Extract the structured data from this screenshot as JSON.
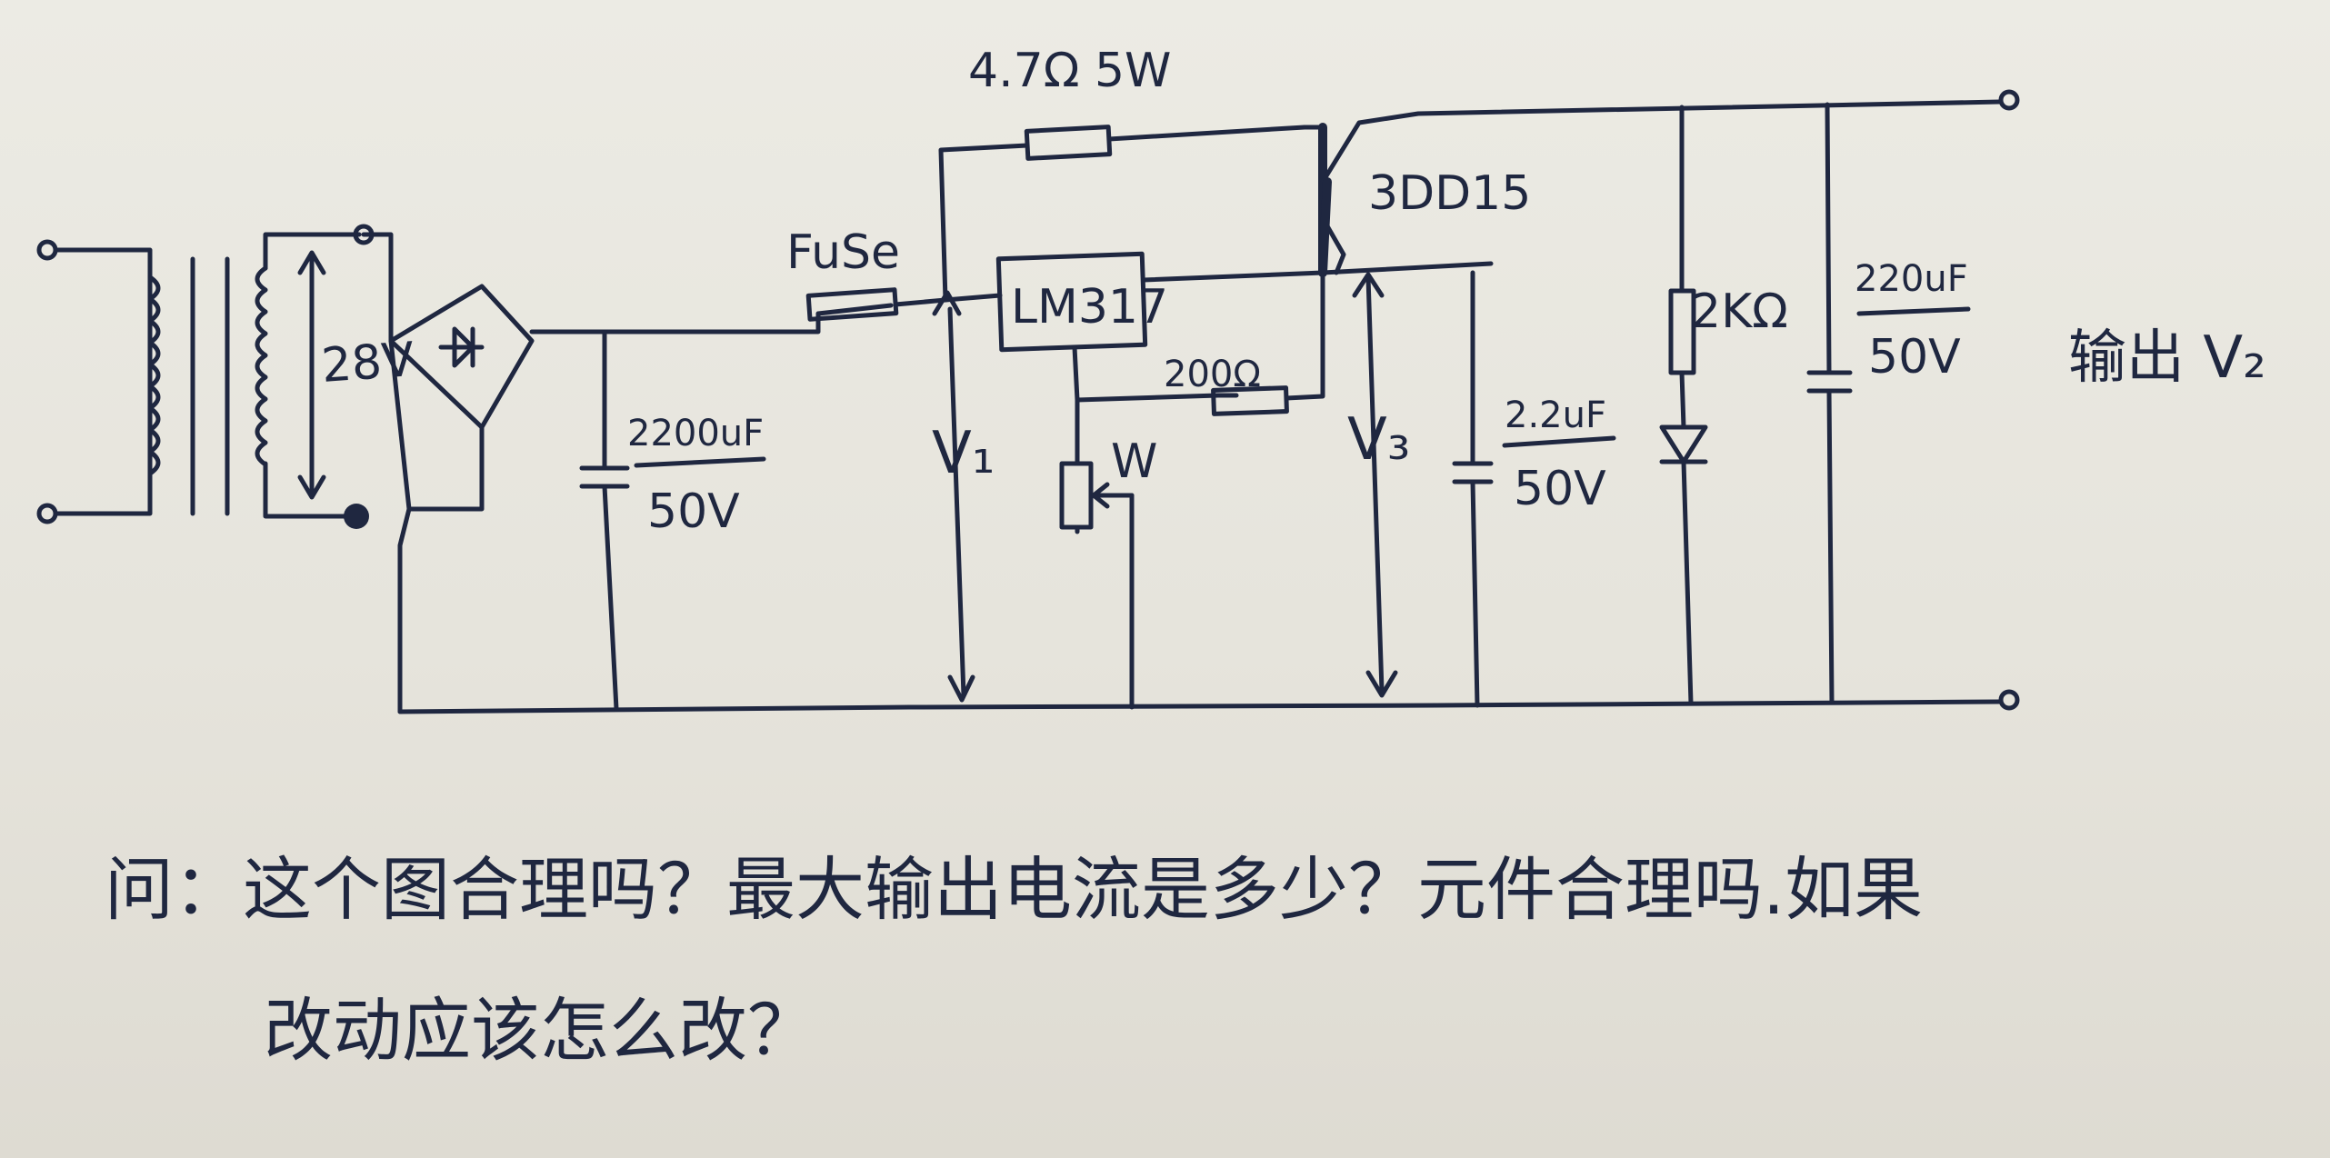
{
  "labels": {
    "resistor_top": "4.7Ω 5W",
    "transistor": "3DD15",
    "fuse": "FuSe",
    "regulator": "LM317",
    "transformer_voltage": "28V",
    "cap1_value": "2200uF",
    "cap1_voltage": "50V",
    "v1": "V₁",
    "pot": "W",
    "r200": "200Ω",
    "v3": "V₃",
    "cap2_value": "2.2uF",
    "cap2_voltage": "50V",
    "r2k": "2KΩ",
    "cap3_value": "220uF",
    "cap3_voltage": "50V",
    "output": "输出 V₂"
  },
  "question": {
    "line1": "问：这个图合理吗？最大输出电流是多少？元件合理吗.如果",
    "line2": "改动应该怎么改？"
  }
}
